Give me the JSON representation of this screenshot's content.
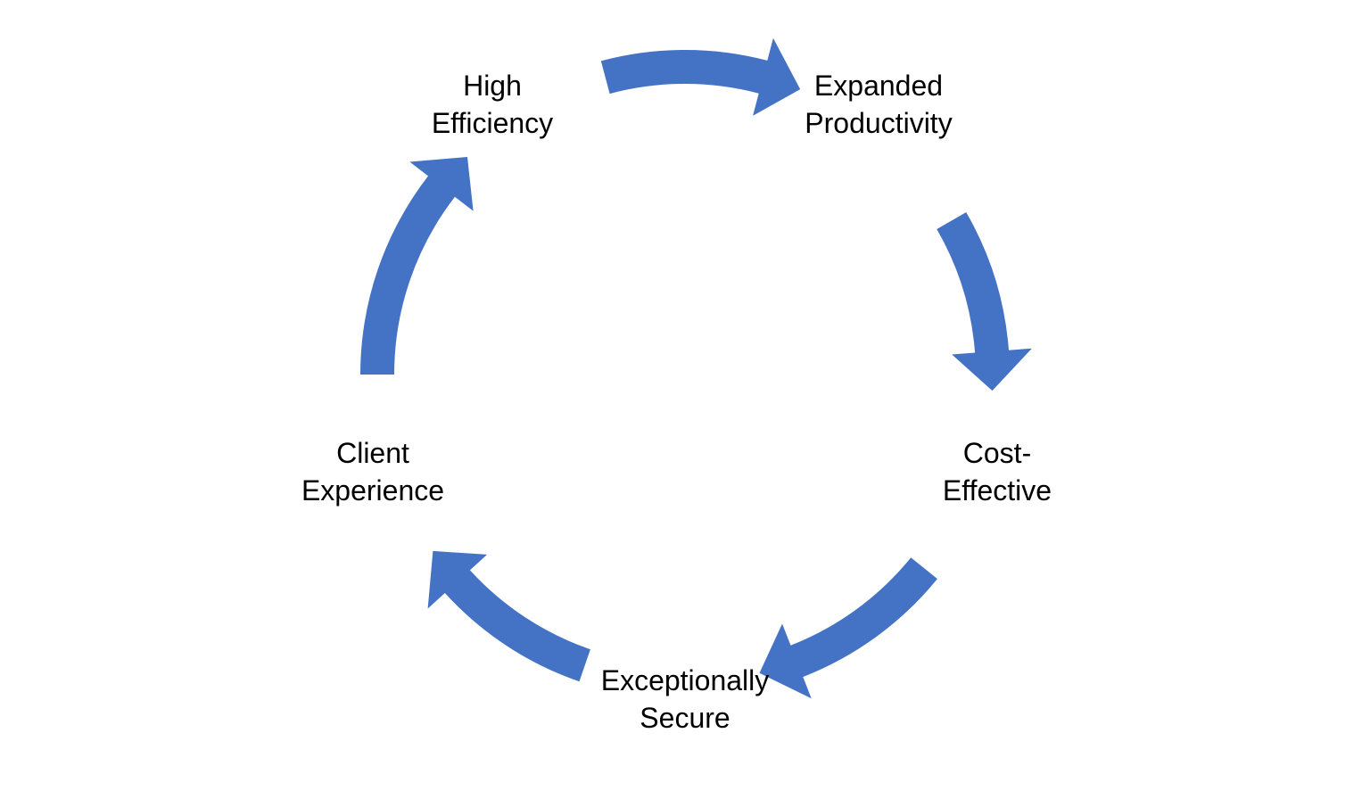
{
  "diagram": {
    "type": "cycle",
    "arrow_color": "#4472C4",
    "text_color": "#000000",
    "nodes": [
      {
        "line1": "High",
        "line2": "Efficiency"
      },
      {
        "line1": "Expanded",
        "line2": "Productivity"
      },
      {
        "line1": "Cost-",
        "line2": "Effective"
      },
      {
        "line1": "Exceptionally",
        "line2": "Secure"
      },
      {
        "line1": "Client",
        "line2": "Experience"
      }
    ],
    "edges": [
      {
        "from": "High Efficiency",
        "to": "Expanded Productivity"
      },
      {
        "from": "Expanded Productivity",
        "to": "Cost-Effective"
      },
      {
        "from": "Cost-Effective",
        "to": "Exceptionally Secure"
      },
      {
        "from": "Exceptionally Secure",
        "to": "Client Experience"
      },
      {
        "from": "Client Experience",
        "to": "High Efficiency"
      }
    ]
  }
}
